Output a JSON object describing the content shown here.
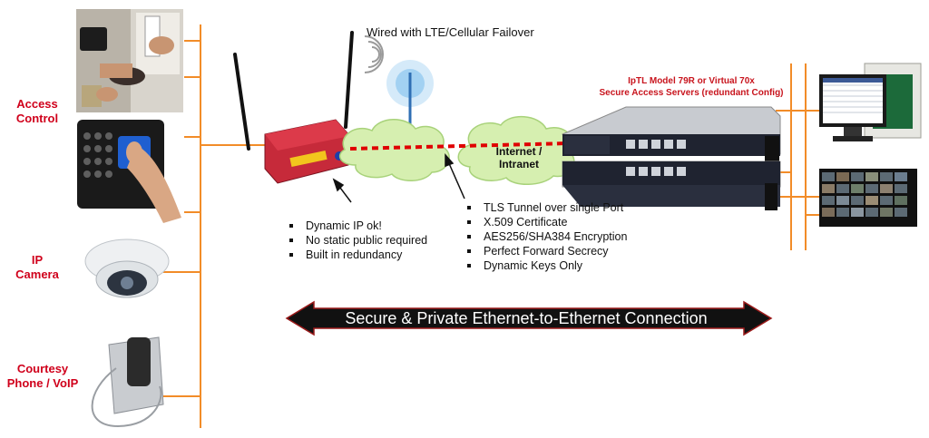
{
  "devices": {
    "access_control": "Access\nControl",
    "ip_camera": "IP\nCamera",
    "courtesy_phone": "Courtesy\nPhone / VoIP"
  },
  "top_caption": "Wired with LTE/Cellular Failover",
  "server_title": {
    "line1": "IpTL Model 79R or Virtual 70x",
    "line2": "Secure Access Servers (redundant  Config)"
  },
  "cloud1": "Internet /\nIntranet",
  "client_bullets": [
    "Dynamic IP ok!",
    "No static public required",
    "Built in redundancy"
  ],
  "tunnel_bullets": [
    "TLS Tunnel over single Port",
    "X.509 Certificate",
    "AES256/SHA384 Encryption",
    "Perfect Forward Secrecy",
    "Dynamic Keys Only"
  ],
  "banner": "Secure & Private Ethernet-to-Ethernet Connection",
  "colors": {
    "label_red": "#d0001b",
    "wire_orange": "#f28c28",
    "tunnel_red": "#e00000",
    "router_red": "#c62a3a",
    "cloud_green": "#d6efb0",
    "banner_dark": "#111111"
  },
  "icons": [
    "card-reader-icon",
    "keypad-reader-icon",
    "dome-camera-icon",
    "wall-phone-icon",
    "router-icon",
    "cell-tower-icon",
    "server-icon",
    "monitor-icon",
    "control-panel-icon"
  ]
}
